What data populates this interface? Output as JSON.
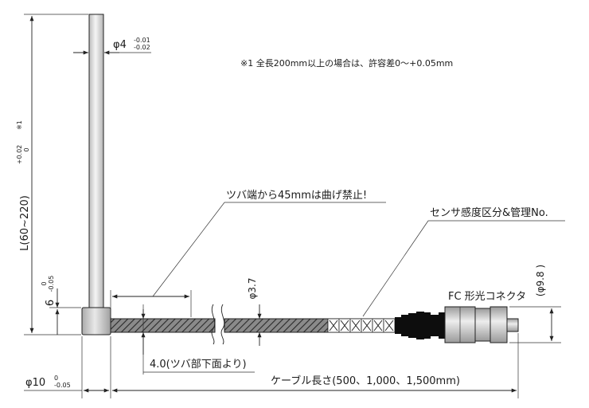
{
  "labels": {
    "probe_dia": "φ4",
    "probe_tol_upper": "-0.01",
    "probe_tol_lower": "-0.02",
    "note": "※1 全長200mm以上の場合は、許容差0〜+0.05mm",
    "length": "L(60~220)",
    "length_tol_upper": "+0.02",
    "length_tol_lower": "0",
    "length_note_mark": "※1",
    "bend_warning": "ツバ端から45mmは曲げ禁止!",
    "sensor_label": "センサ感度区分&管理No.",
    "cable_dia": "φ3.7",
    "flange_height": "6",
    "flange_height_tol_upper": "0",
    "flange_height_tol_lower": "-0.05",
    "connector_name": "FC 形光コネクタ",
    "connector_dia": "(φ9.8 )",
    "flange_offset": "4.0(ツバ部下面より)",
    "flange_dia": "φ10",
    "flange_dia_tol_upper": "0",
    "flange_dia_tol_lower": "-0.05",
    "cable_length": "ケーブル長さ(500、1,000、1,500mm)"
  },
  "colors": {
    "probe_fill": "#e6e6e6",
    "flange_fill": "#d4d4d4",
    "cable_fill": "#8a8a8a",
    "hatch_line": "#2a2a2a",
    "ferrule_dark": "#0d0d0d",
    "connector_fill": "#cfcfcf",
    "line": "#222222"
  }
}
